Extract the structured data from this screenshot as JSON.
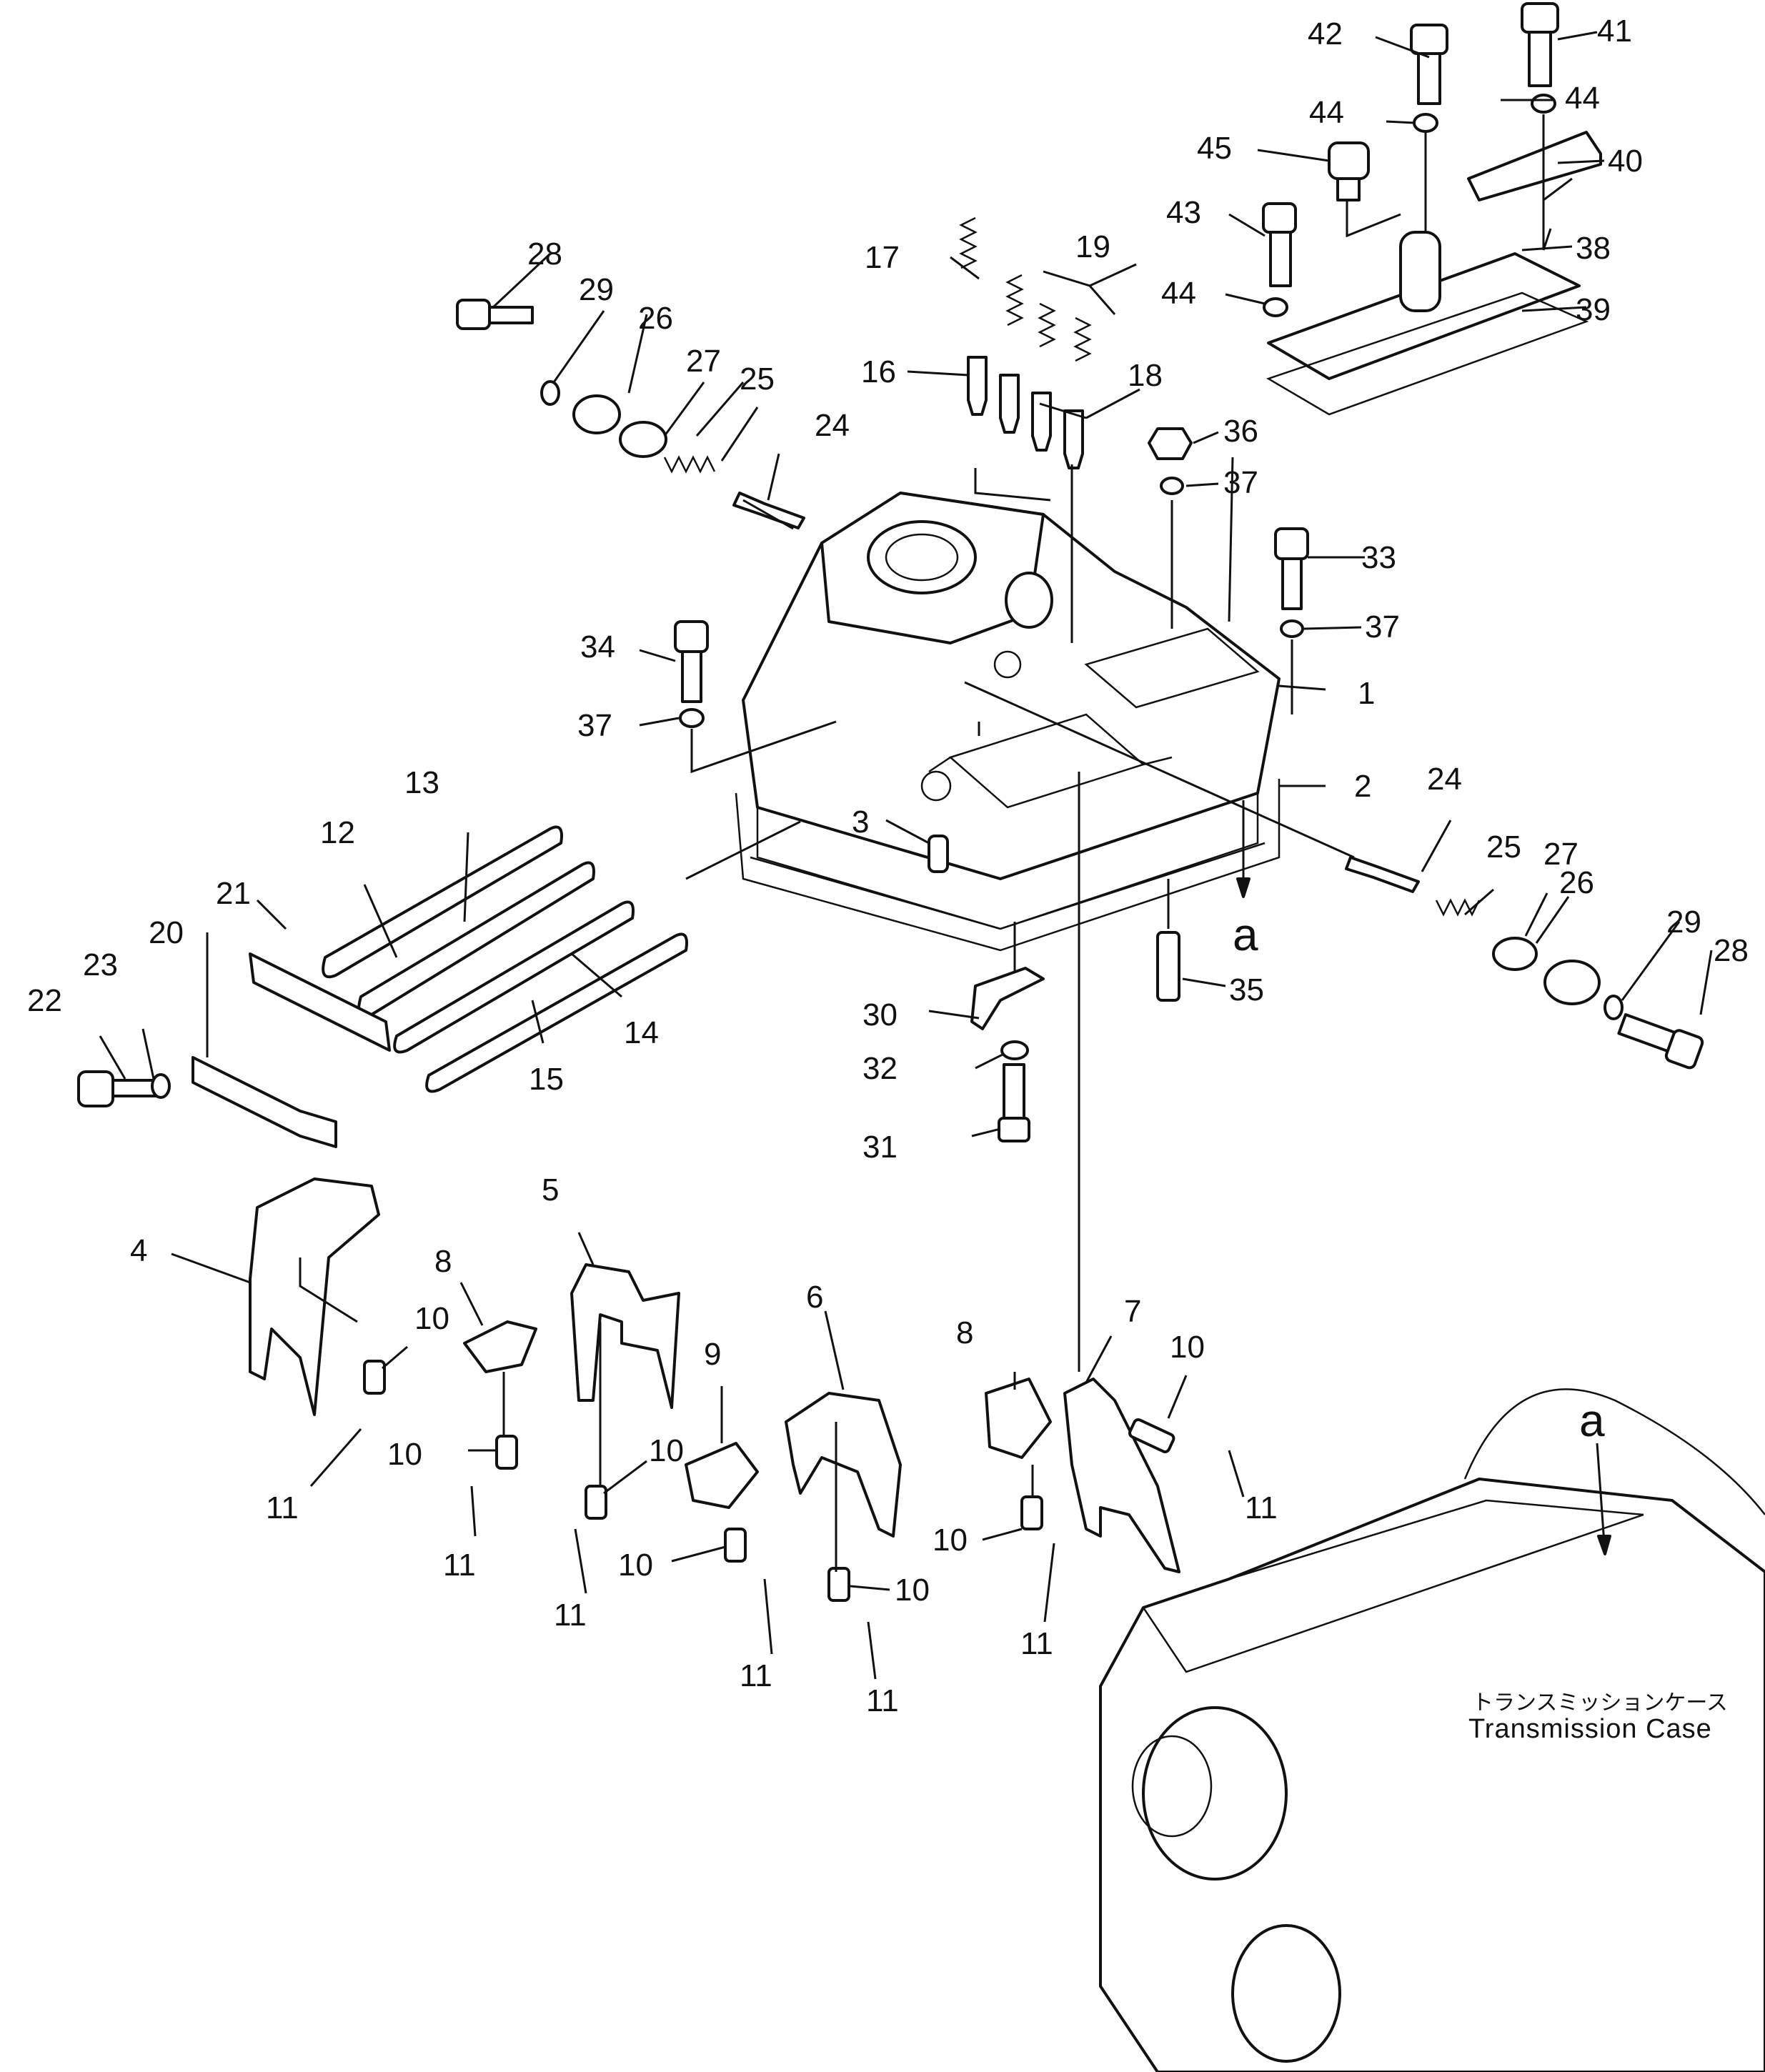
{
  "labels": [
    "1",
    "2",
    "3",
    "4",
    "5",
    "6",
    "7",
    "8",
    "9",
    "10",
    "11",
    "12",
    "13",
    "14",
    "15",
    "16",
    "17",
    "18",
    "19",
    "20",
    "21",
    "22",
    "23",
    "24",
    "25",
    "26",
    "27",
    "28",
    "29",
    "30",
    "31",
    "32",
    "33",
    "34",
    "35",
    "36",
    "37",
    "38",
    "39",
    "40",
    "41",
    "42",
    "43",
    "44",
    "45"
  ],
  "view_arrow_letter": "a",
  "transmission_case": {
    "label_jp": "トランスミッションケース",
    "label_en": "Transmission Case"
  }
}
